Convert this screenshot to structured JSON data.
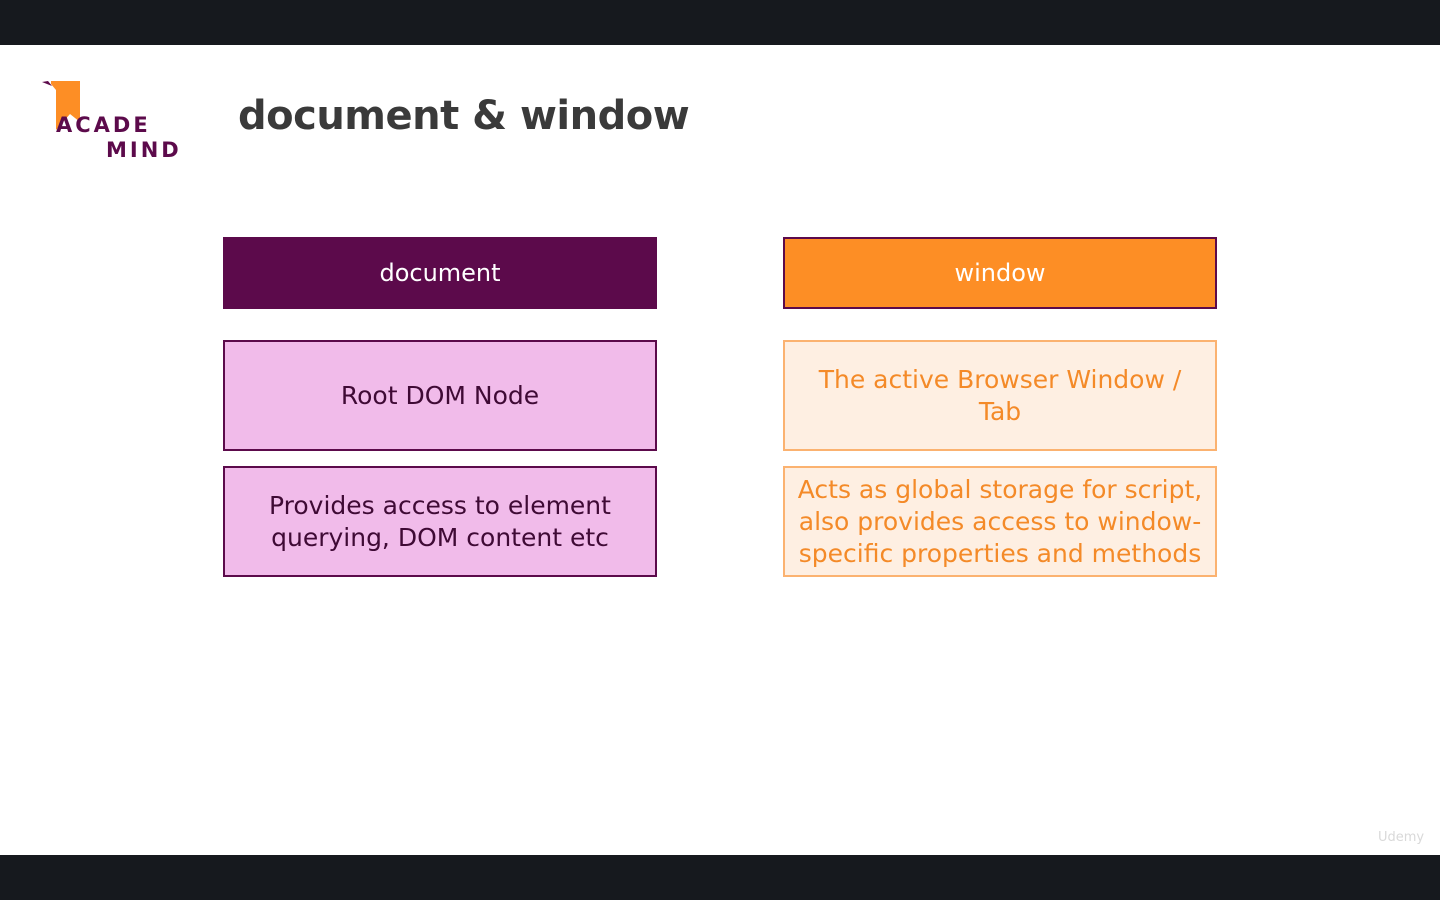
{
  "logo": {
    "line1": "ACADE",
    "line2": "MIND"
  },
  "title": "document & window",
  "columns": [
    {
      "header": "document",
      "rows": [
        "Root DOM Node",
        "Provides access to element querying, DOM content etc"
      ]
    },
    {
      "header": "window",
      "rows": [
        "The active Browser Window / Tab",
        "Acts as global storage for script, also provides access to window-specific properties and methods"
      ]
    }
  ],
  "watermark": "Udemy",
  "colors": {
    "purple": "#5c0a4b",
    "orange": "#fd8e25",
    "light_purple": "#f1bbea",
    "light_orange": "#feefe2"
  }
}
